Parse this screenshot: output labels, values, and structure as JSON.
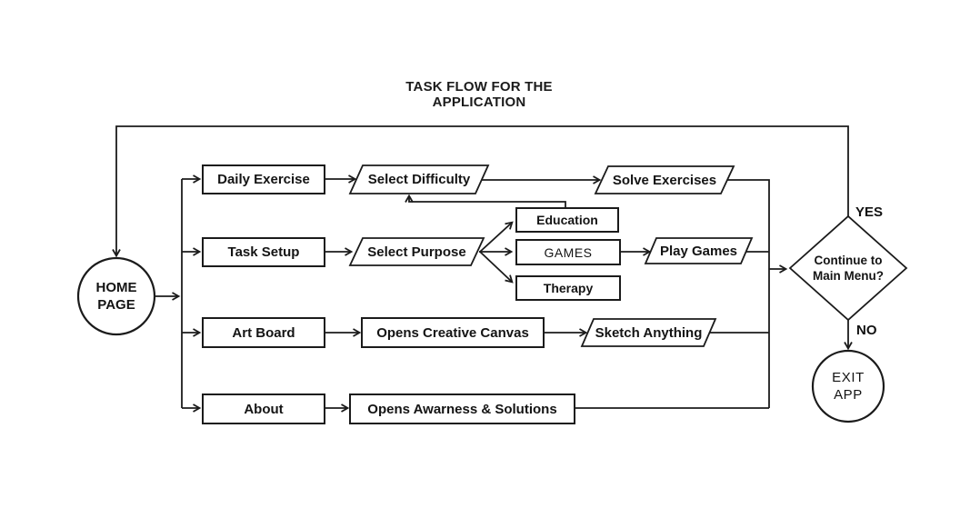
{
  "title": "TASK FLOW FOR THE APPLICATION",
  "nodes": {
    "home": {
      "type": "circle",
      "lines": [
        "HOME",
        "PAGE"
      ]
    },
    "daily_exercise": {
      "type": "process",
      "label": "Daily Exercise"
    },
    "select_difficulty": {
      "type": "input-output",
      "label": "Select Difficulty"
    },
    "solve_exercises": {
      "type": "input-output",
      "label": "Solve Exercises"
    },
    "task_setup": {
      "type": "process",
      "label": "Task Setup"
    },
    "select_purpose": {
      "type": "input-output",
      "label": "Select Purpose"
    },
    "education": {
      "type": "process",
      "label": "Education"
    },
    "games": {
      "type": "process",
      "label": "GAMES"
    },
    "therapy": {
      "type": "process",
      "label": "Therapy"
    },
    "play_games": {
      "type": "input-output",
      "label": "Play Games"
    },
    "art_board": {
      "type": "process",
      "label": "Art Board"
    },
    "creative_canvas": {
      "type": "process",
      "label": "Opens Creative Canvas"
    },
    "sketch_anything": {
      "type": "input-output",
      "label": "Sketch Anything"
    },
    "about": {
      "type": "process",
      "label": "About"
    },
    "awareness": {
      "type": "process",
      "label": "Opens Awarness & Solutions"
    },
    "continue_menu": {
      "type": "decision",
      "lines": [
        "Continue to",
        "Main Menu?"
      ]
    },
    "exit_app": {
      "type": "circle",
      "lines": [
        "EXIT",
        "APP"
      ]
    }
  },
  "edge_labels": {
    "yes": "YES",
    "no": "NO"
  },
  "colors": {
    "line": "#1b1b1b",
    "background": "#ffffff",
    "node_fill": "#ffffff"
  }
}
